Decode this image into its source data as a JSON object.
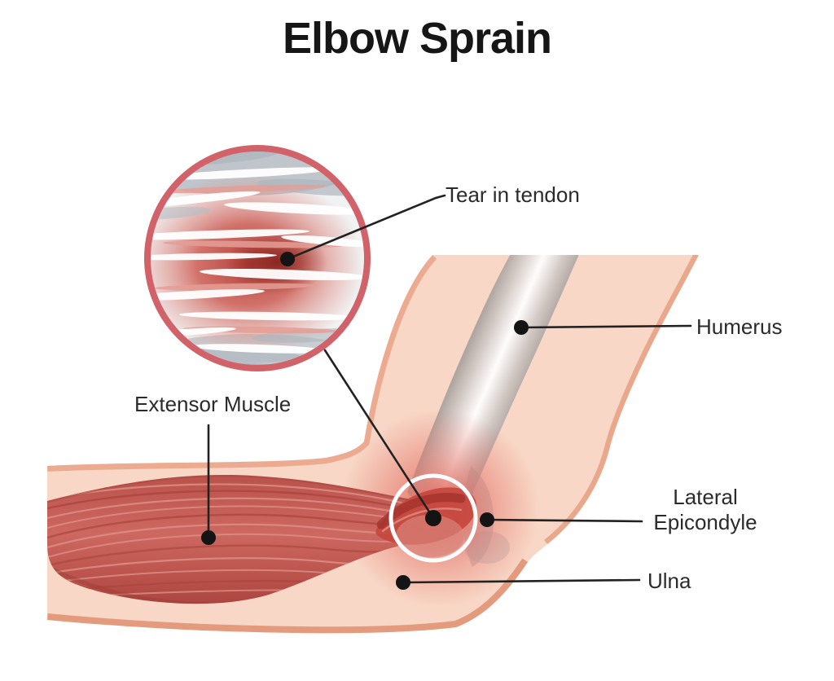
{
  "title": "Elbow Sprain",
  "labels": {
    "tear_in_tendon": "Tear in tendon",
    "humerus": "Humerus",
    "extensor_muscle": "Extensor Muscle",
    "lateral_epicondyle_line1": "Lateral",
    "lateral_epicondyle_line2": "Epicondyle",
    "ulna": "Ulna"
  },
  "colors": {
    "background": "#ffffff",
    "title_text": "#161616",
    "label_text": "#2b2b2b",
    "leader_line": "#222222",
    "callout_dot": "#141414",
    "skin_light": "#f8d7c6",
    "skin_edge": "#ecab90",
    "muscle_red": "#c65b53",
    "muscle_striation": "#dd8e85",
    "bone_gray": "#a39a96",
    "bone_highlight": "#ffffff",
    "inset_border": "#d2626a",
    "inset_gray_fiber": "#aeb6bd",
    "inflammation_red": "#dd4f45",
    "tear_dark_red": "#801d17",
    "elbow_ring": "#ffffff"
  }
}
